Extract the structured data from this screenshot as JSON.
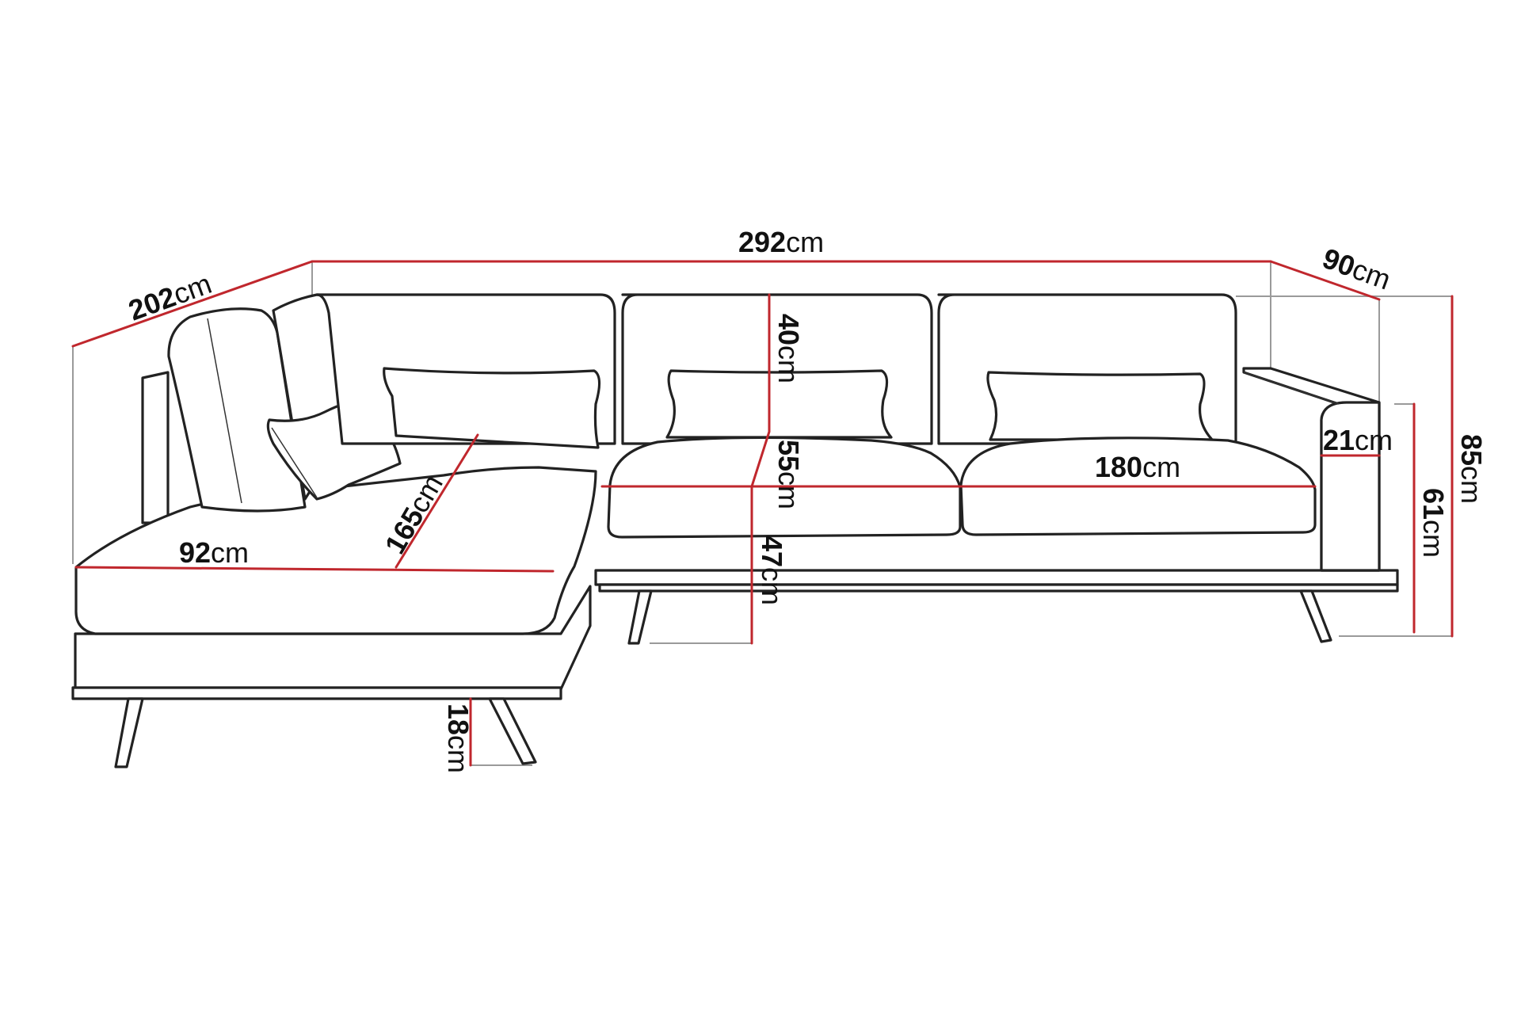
{
  "diagram": {
    "subject": "L-shaped corner sofa with left chaise",
    "colors": {
      "outline": "#222222",
      "dimension_line": "#c0272d",
      "guide_line": "#9a9a9a",
      "background": "#ffffff"
    },
    "dimensions": {
      "total_width": {
        "value": "292",
        "unit": "cm"
      },
      "total_length": {
        "value": "202",
        "unit": "cm"
      },
      "depth": {
        "value": "90",
        "unit": "cm"
      },
      "total_height": {
        "value": "85",
        "unit": "cm"
      },
      "armrest_height": {
        "value": "61",
        "unit": "cm"
      },
      "armrest_width": {
        "value": "21",
        "unit": "cm"
      },
      "seat_width": {
        "value": "180",
        "unit": "cm"
      },
      "backrest_height": {
        "value": "40",
        "unit": "cm"
      },
      "seat_depth": {
        "value": "55",
        "unit": "cm"
      },
      "seat_height": {
        "value": "47",
        "unit": "cm"
      },
      "chaise_width": {
        "value": "92",
        "unit": "cm"
      },
      "chaise_length": {
        "value": "165",
        "unit": "cm"
      },
      "leg_height": {
        "value": "18",
        "unit": "cm"
      }
    }
  }
}
